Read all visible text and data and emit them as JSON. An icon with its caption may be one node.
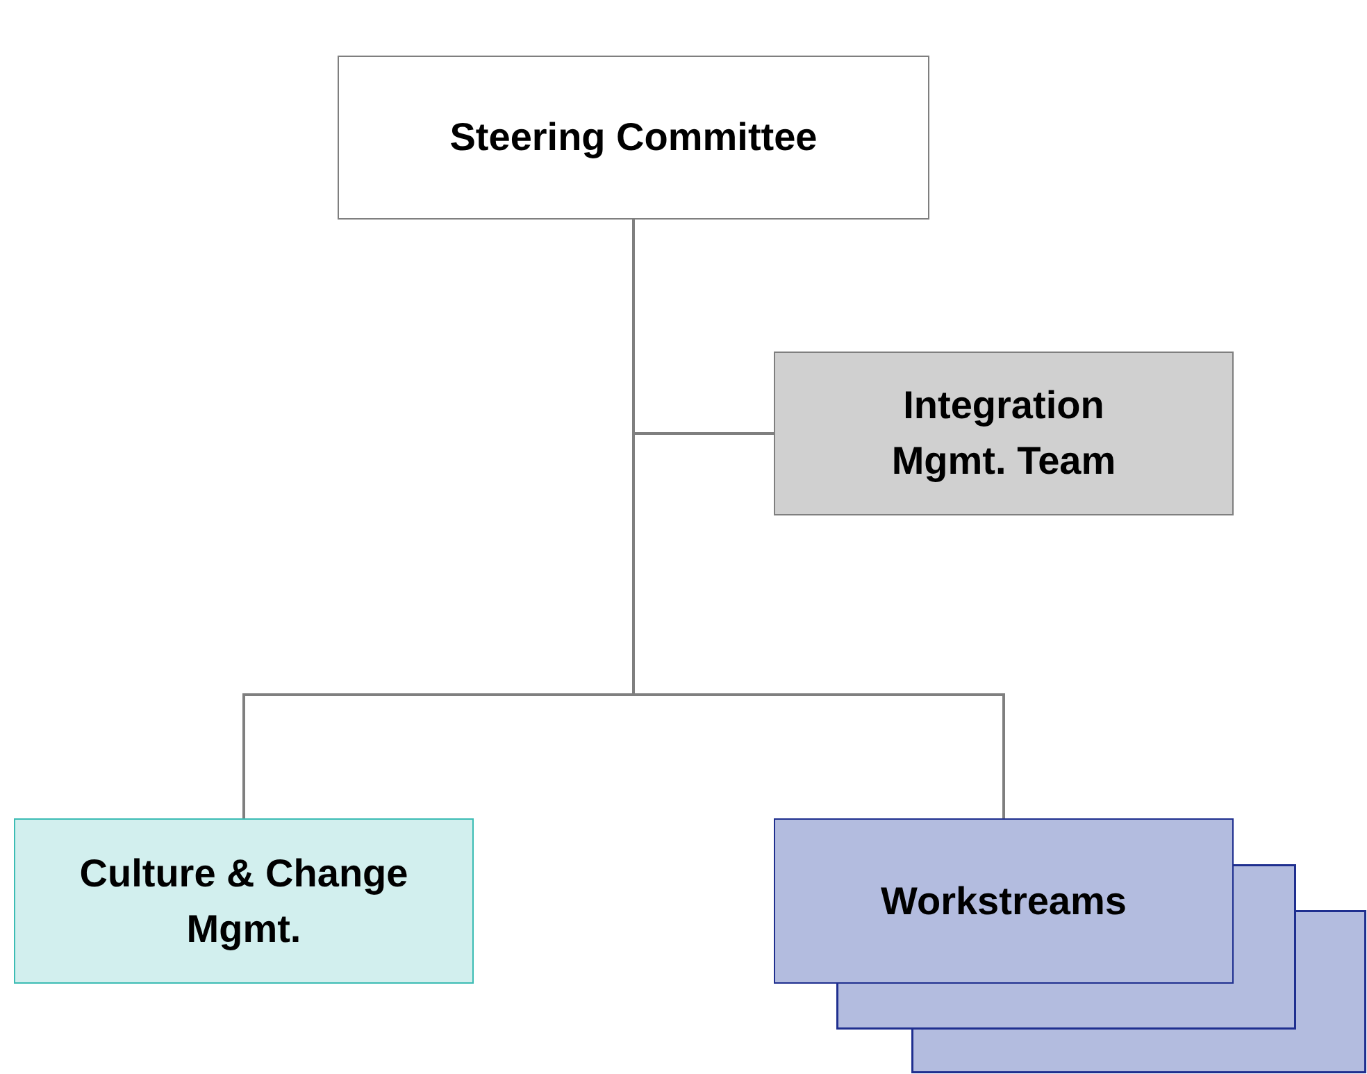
{
  "diagram": {
    "nodes": [
      {
        "text": [
          "Steering Committee"
        ]
      },
      {
        "text": [
          "Integration Mgmt. Team"
        ]
      },
      {
        "text": [
          "Culture & Change Mgmt."
        ]
      },
      {
        "text": [
          "Workstreams"
        ]
      }
    ],
    "edges": [
      {
        "from": 0,
        "to": 1,
        "arrow": "none"
      },
      {
        "from": 0,
        "to": 2,
        "arrow": "none"
      },
      {
        "from": 0,
        "to": 3,
        "arrow": "none"
      }
    ]
  }
}
